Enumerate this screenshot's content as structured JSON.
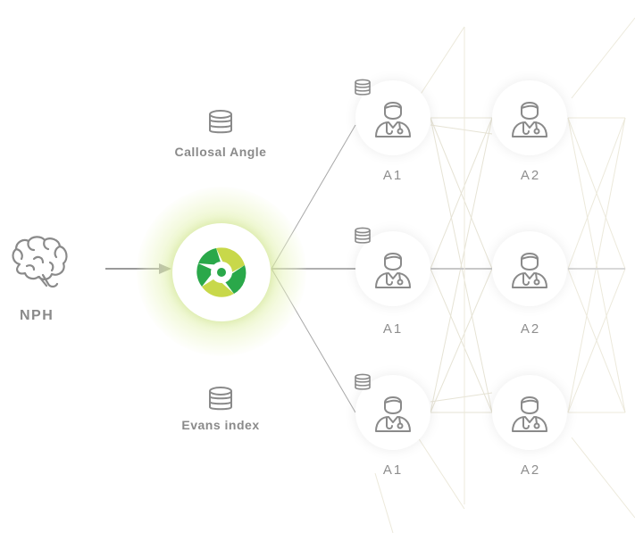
{
  "source": {
    "label": "NPH",
    "icon": "brain-icon"
  },
  "processor": {
    "icon": "shutter-logo-icon",
    "colors": {
      "green": "#2aa84a",
      "yellow": "#c8d84a",
      "dot": "#2aa84a"
    }
  },
  "metrics": [
    {
      "label": "Callosal Angle",
      "icon": "database-icon"
    },
    {
      "label": "Evans index",
      "icon": "database-icon"
    }
  ],
  "columns": [
    {
      "label": "A1",
      "icon": "doctor-icon",
      "has_db": true
    },
    {
      "label": "A2",
      "icon": "doctor-icon",
      "has_db": false
    }
  ],
  "colors": {
    "line": "#e6e3d5",
    "arrow": "#8f8f8f",
    "icon_stroke": "#8a8a8a"
  }
}
